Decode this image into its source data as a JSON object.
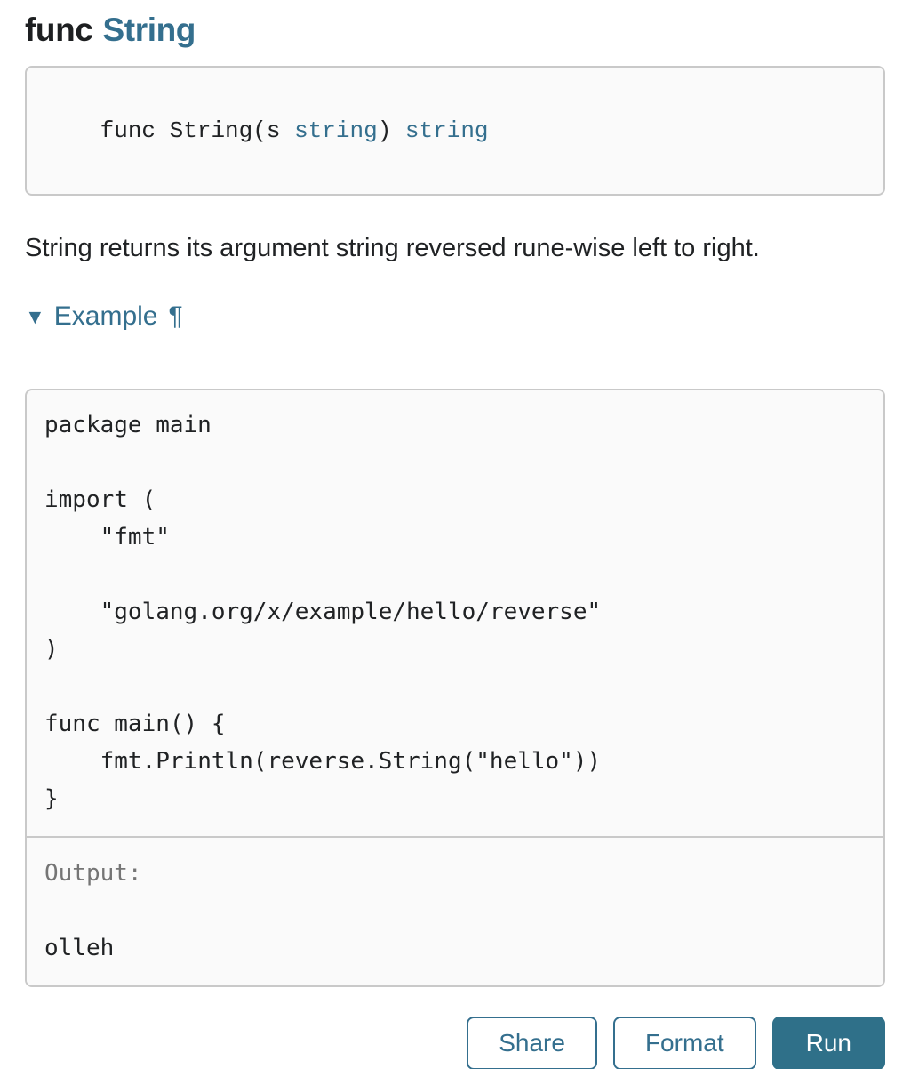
{
  "brand": {
    "accent_color": "#346f8e",
    "run_button_color": "#2f7089",
    "text_color": "#202224",
    "muted_text_color": "#757575",
    "panel_background": "#fafafa",
    "panel_border": "#c9c9c9"
  },
  "heading": {
    "keyword": "func",
    "name": "String"
  },
  "signature": {
    "part1": "func String(s ",
    "type1": "string",
    "part2": ") ",
    "type2": "string"
  },
  "description": "String returns its argument string reversed rune-wise left to right.",
  "example": {
    "toggle_icon": "▼",
    "label": "Example",
    "anchor_icon": "¶"
  },
  "playground": {
    "code": "package main\n\nimport (\n\t\"fmt\"\n\n\t\"golang.org/x/example/hello/reverse\"\n)\n\nfunc main() {\n\tfmt.Println(reverse.String(\"hello\"))\n}",
    "output_label": "Output:",
    "output_value": "olleh"
  },
  "actions": {
    "share": "Share",
    "format": "Format",
    "run": "Run"
  }
}
